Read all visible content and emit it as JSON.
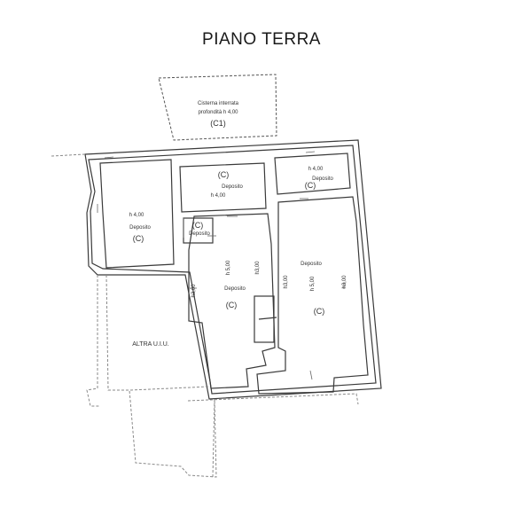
{
  "title": "PIANO TERRA",
  "cistern": {
    "line1": "Cisterna interrata",
    "line2": "profondità h 4,00",
    "code": "(C1)"
  },
  "rooms": {
    "left": {
      "height": "h 4,00",
      "name": "Deposito",
      "code": "(C)"
    },
    "top_middle": {
      "code": "(C)",
      "name": "Deposito",
      "height": "h 4,00"
    },
    "top_right": {
      "height": "h 4,00",
      "code": "(C)",
      "name": "Deposito"
    },
    "small": {
      "code": "(C)",
      "name": "Deposito"
    },
    "center": {
      "h_left": "h3,00",
      "h_mid": "h 5,00",
      "h_right": "h3,00",
      "name": "Deposito",
      "code": "(C)"
    },
    "right": {
      "name": "Deposito",
      "h_left": "h3,00",
      "h_mid": "h 5,00",
      "h_right": "h3,00",
      "code": "(C)"
    },
    "other": {
      "name": "ALTRA U.I.U."
    }
  },
  "colors": {
    "wall": "#3a3a3a",
    "dashed": "#8a8a8a",
    "text": "#333333"
  }
}
